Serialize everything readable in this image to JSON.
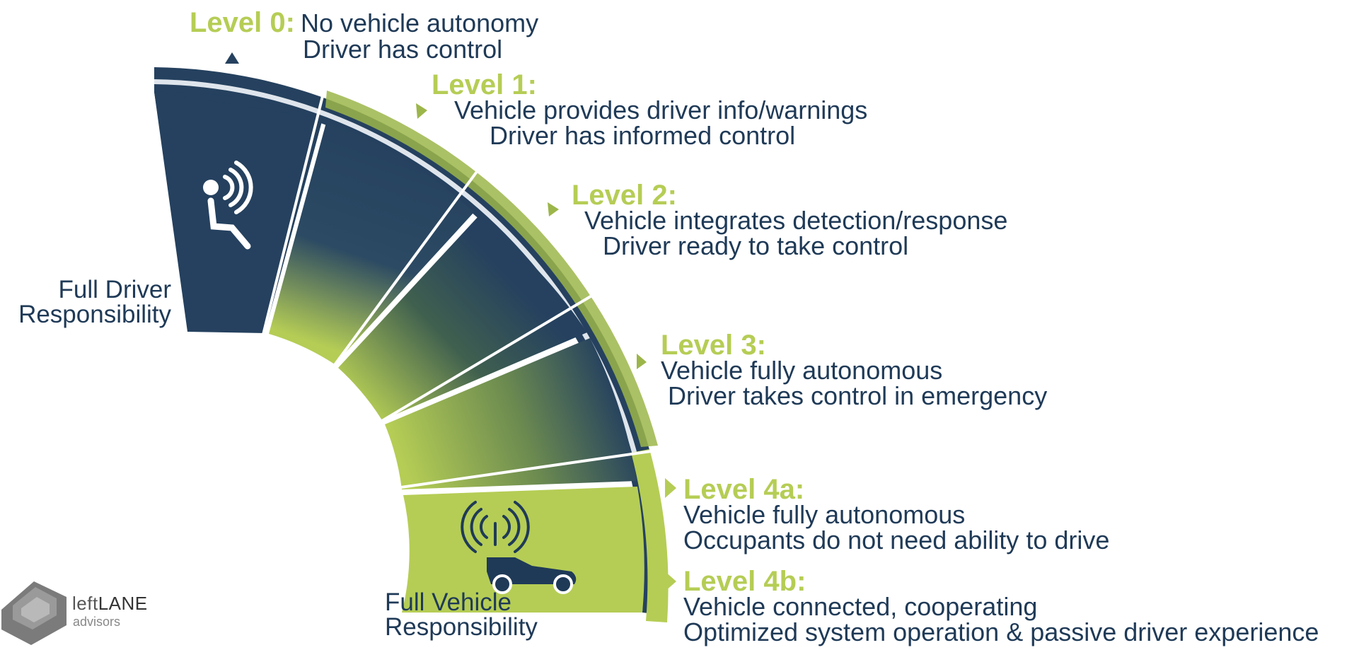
{
  "levels": [
    {
      "head": "Level 0:",
      "line1": "No vehicle autonomy",
      "line2": "Driver has control"
    },
    {
      "head": "Level 1:",
      "line1": "Vehicle provides driver info/warnings",
      "line2": "Driver has informed control"
    },
    {
      "head": "Level 2:",
      "line1": "Vehicle integrates detection/response",
      "line2": "Driver ready to take control"
    },
    {
      "head": "Level 3:",
      "line1": "Vehicle fully autonomous",
      "line2": "Driver takes control in emergency"
    },
    {
      "head": "Level 4a:",
      "line1": "Vehicle fully autonomous",
      "line2": "Occupants do not need ability to drive"
    },
    {
      "head": "Level 4b:",
      "line1": "Vehicle connected, cooperating",
      "line2": "Optimized system operation & passive driver experience"
    }
  ],
  "side_labels": {
    "driver": {
      "line1": "Full  Driver",
      "line2": "Responsibility"
    },
    "vehicle": {
      "line1": "Full Vehicle",
      "line2": "Responsibility"
    }
  },
  "logo": {
    "prefix": "left",
    "suffix": "LANE",
    "sub": "advisors"
  },
  "colors": {
    "navy": "#1f3a57",
    "lime": "#b5cd55",
    "dark": "#2c4460"
  },
  "icons": [
    "driver-signal-icon",
    "autonomous-car-icon",
    "logo-cube-icon"
  ]
}
